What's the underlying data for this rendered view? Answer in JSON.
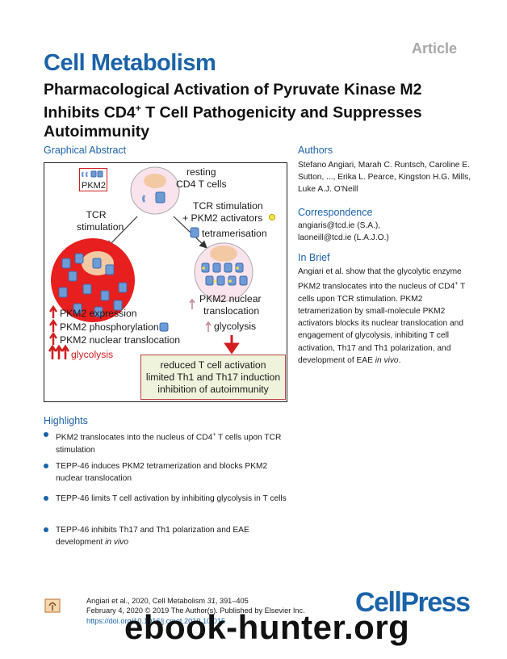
{
  "article_label": "Article",
  "journal": "Cell Metabolism",
  "title": {
    "part1": "Pharmacological Activation of Pyruvate Kinase M2 Inhibits CD4",
    "sup": "+",
    "part2": " T Cell Pathogenicity and Suppresses Autoimmunity"
  },
  "graphical_abstract": {
    "heading": "Graphical Abstract",
    "pkm2_tag": "PKM2",
    "resting_line1": "resting",
    "resting_line2": "CD4 T cells",
    "tcr_line1": "TCR",
    "tcr_line2": "stimulation",
    "tcr_pkm2_line1": "TCR stimulation",
    "tcr_pkm2_line2": "+ PKM2 activators",
    "tetramerisation": "tetramerisation",
    "left_list": [
      "PKM2 expression",
      "PKM2 phosphorylation",
      "PKM2 nuclear translocation"
    ],
    "left_glycolysis": "glycolysis",
    "right_line1": "PKM2 nuclear",
    "right_line2": "translocation",
    "right_glycolysis": "glycolysis",
    "outcome": [
      "reduced T cell activation",
      "limited Th1 and Th17 induction",
      "inhibition of autoimmunity"
    ],
    "colors": {
      "red_cell": "#e81f1f",
      "pink_cell": "#f9e3ec",
      "nucleus": "#f3c9a4",
      "pkm2_blue": "#6d9bd6",
      "activator": "#f3e64a",
      "arrow": "#d21e1e"
    }
  },
  "authors": {
    "heading": "Authors",
    "text": "Stefano Angiari, Marah C. Runtsch, Caroline E. Sutton, ..., Erika L. Pearce, Kingston H.G. Mills, Luke A.J. O'Neill"
  },
  "correspondence": {
    "heading": "Correspondence",
    "lines": [
      "angiaris@tcd.ie (S.A.),",
      "laoneill@tcd.ie (L.A.J.O.)"
    ]
  },
  "in_brief": {
    "heading": "In Brief",
    "part1": "Angiari et al. show that the glycolytic enzyme PKM2 translocates into the nucleus of CD4",
    "sup": "+",
    "part2": " T cells upon TCR stimulation. PKM2 tetramerization by small-molecule PKM2 activators blocks its nuclear translocation and engagement of glycolysis, inhibiting T cell activation, Th17 and Th1 polarization, and development of EAE ",
    "italic": "in vivo",
    "end": "."
  },
  "highlights": {
    "heading": "Highlights",
    "item1_a": "PKM2 translocates into the nucleus of CD4",
    "item1_sup": "+",
    "item1_b": " T cells upon TCR stimulation",
    "item2": "TEPP-46 induces PKM2 tetramerization and blocks PKM2 nuclear translocation",
    "item3": "TEPP-46 limits T cell activation by inhibiting glycolysis in T cells",
    "item4_a": "TEPP-46 inhibits Th17 and Th1 polarization and EAE development ",
    "item4_italic": "in vivo"
  },
  "citation": {
    "line1_a": "Angiari et al., 2020, Cell Metabolism ",
    "line1_vol": "31",
    "line1_b": ", 391–405",
    "line2": "February 4, 2020 © 2019 The Author(s). Published by Elsevier Inc.",
    "doi": "https://doi.org/10.1016/j.cmet.2019.10.015"
  },
  "publisher_logo": "CellPress",
  "watermark": "ebook-hunter.org"
}
